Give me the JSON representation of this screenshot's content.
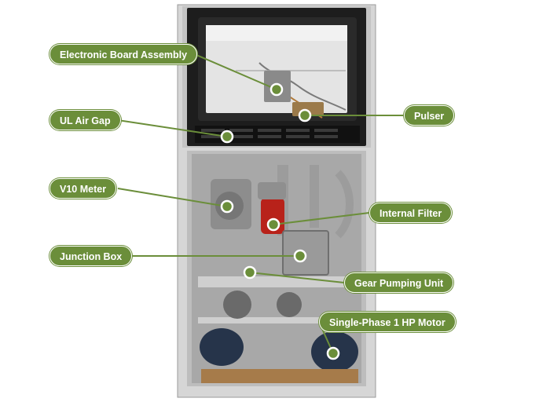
{
  "colors": {
    "label_bg": "#6b8e3a",
    "label_text": "#ffffff",
    "callout_line": "#6b8e3a",
    "marker_fill": "#6b8e3a",
    "marker_ring": "#ffffff",
    "cabinet_frame": "#c9c9c9",
    "upper_panel": "#1d1d1d"
  },
  "callouts": [
    {
      "id": "electronic-board-assembly",
      "label": "Electronic Board Assembly"
    },
    {
      "id": "pulser",
      "label": "Pulser"
    },
    {
      "id": "ul-air-gap",
      "label": "UL Air Gap"
    },
    {
      "id": "v10-meter",
      "label": "V10 Meter"
    },
    {
      "id": "internal-filter",
      "label": "Internal Filter"
    },
    {
      "id": "junction-box",
      "label": "Junction Box"
    },
    {
      "id": "gear-pumping-unit",
      "label": "Gear Pumping Unit"
    },
    {
      "id": "single-phase-motor",
      "label": "Single-Phase 1 HP Motor"
    }
  ]
}
